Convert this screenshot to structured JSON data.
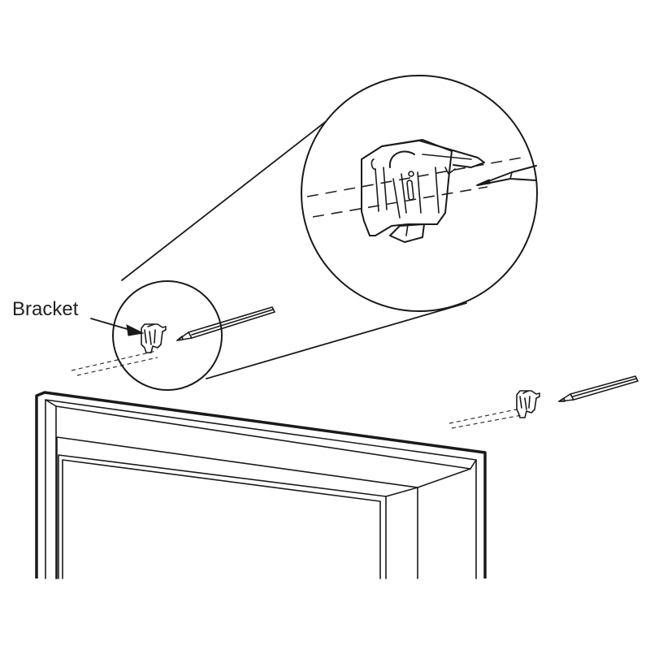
{
  "diagram": {
    "callout_label": "Bracket",
    "colors": {
      "stroke": "#1a1a1a",
      "background": "#ffffff"
    },
    "icons": [
      "bracket-icon",
      "pencil-icon",
      "magnifier-circle",
      "window-frame"
    ]
  }
}
